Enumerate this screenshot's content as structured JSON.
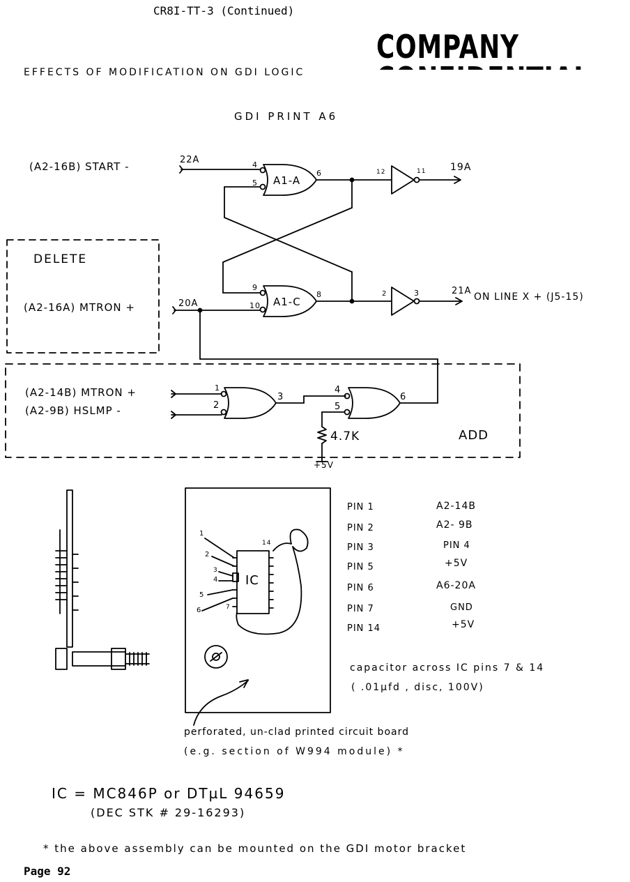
{
  "header": {
    "doc_id": "CR8I-TT-3 (Continued)",
    "stamp": "COMPANY CONFIDENTIAL",
    "section_title": "EFFECTS OF MODIFICATION ON GDI LOGIC",
    "print_title": "GDI PRINT A6"
  },
  "schematic": {
    "signals": {
      "start": "(A2-16B) START -",
      "mtron_16a": "(A2-16A) MTRON +",
      "mtron_14b": "(A2-14B) MTRON +",
      "hslmp": "(A2-9B) HSLMP -",
      "online": "ON LINE X + (J5-15)"
    },
    "connectors": {
      "c22a": "22A",
      "c19a": "19A",
      "c20a": "20A",
      "c21a": "21A"
    },
    "gates": {
      "a1a": "A1-A",
      "a1c": "A1-C"
    },
    "pins": {
      "a1a_in1": "4",
      "a1a_in2": "5",
      "a1a_out": "6",
      "inv_top_in": "12",
      "inv_top_out": "11",
      "a1c_in1": "9",
      "a1c_in2": "10",
      "a1c_out": "8",
      "inv_bot_in": "2",
      "inv_bot_out": "3",
      "new1_in1": "1",
      "new1_in2": "2",
      "new1_out": "3",
      "new2_in1": "4",
      "new2_in2": "5",
      "new2_out": "6"
    },
    "delete_label": "DELETE",
    "add_label": "ADD",
    "resistor": "4.7K",
    "supply": "+5V"
  },
  "assembly": {
    "ic_label": "IC",
    "ic_pins": {
      "p1": "1",
      "p2": "2",
      "p3": "3",
      "p4": "4",
      "p5": "5",
      "p6": "6",
      "p7": "7",
      "p14": "14"
    }
  },
  "pin_table": [
    {
      "pin": "PIN 1",
      "conn": "A2-14B"
    },
    {
      "pin": "PIN 2",
      "conn": "A2- 9B"
    },
    {
      "pin": "PIN 3",
      "conn": "PIN 4"
    },
    {
      "pin": "PIN 5",
      "conn": "+5V"
    },
    {
      "pin": "PIN 6",
      "conn": "A6-20A"
    },
    {
      "pin": "PIN 7",
      "conn": "GND"
    },
    {
      "pin": "PIN 14",
      "conn": "+5V"
    }
  ],
  "notes": {
    "capacitor_line1": "capacitor across IC pins 7 & 14",
    "capacitor_line2": "( .01µfd , disc, 100V)",
    "board_line1": "perforated, un-clad printed circuit board",
    "board_line2": "(e.g. section of W994 module) *",
    "ic_equiv_line1": "IC = MC846P or DTµL 94659",
    "ic_equiv_line2": "(DEC STK # 29-16293)",
    "footnote": "* the above assembly can be mounted on the GDI motor bracket"
  },
  "footer": {
    "page": "Page 92"
  }
}
